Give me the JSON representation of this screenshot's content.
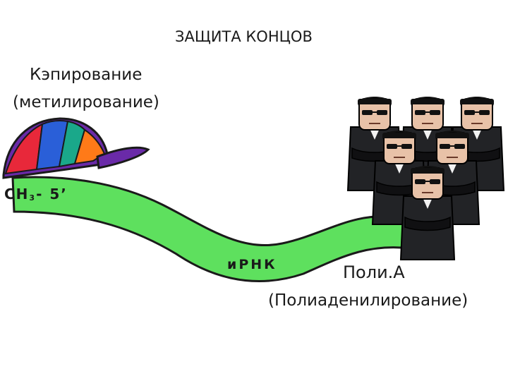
{
  "title": "ЗАЩИТА КОНЦОВ",
  "cap_label_line1": "Кэпирование",
  "cap_label_line2": "(метилирование)",
  "formula": {
    "ch": "CH",
    "sub": "3",
    "rest": "- 5’"
  },
  "mrna_label": "иРНК",
  "polya_label_line1": "Поли.А",
  "polya_label_line2": "(Полиаденилирование)",
  "colors": {
    "mrna_fill": "#5ee05e",
    "suit": "#222326",
    "skin": "#e8c2a8",
    "cap_stripes": [
      "#e8283a",
      "#2a5fd8",
      "#1aa88a",
      "#6a2aa8",
      "#ff7a18"
    ],
    "cap_brim": "#6a2aa8"
  },
  "icons": [
    "cap-icon",
    "guard-icon"
  ]
}
